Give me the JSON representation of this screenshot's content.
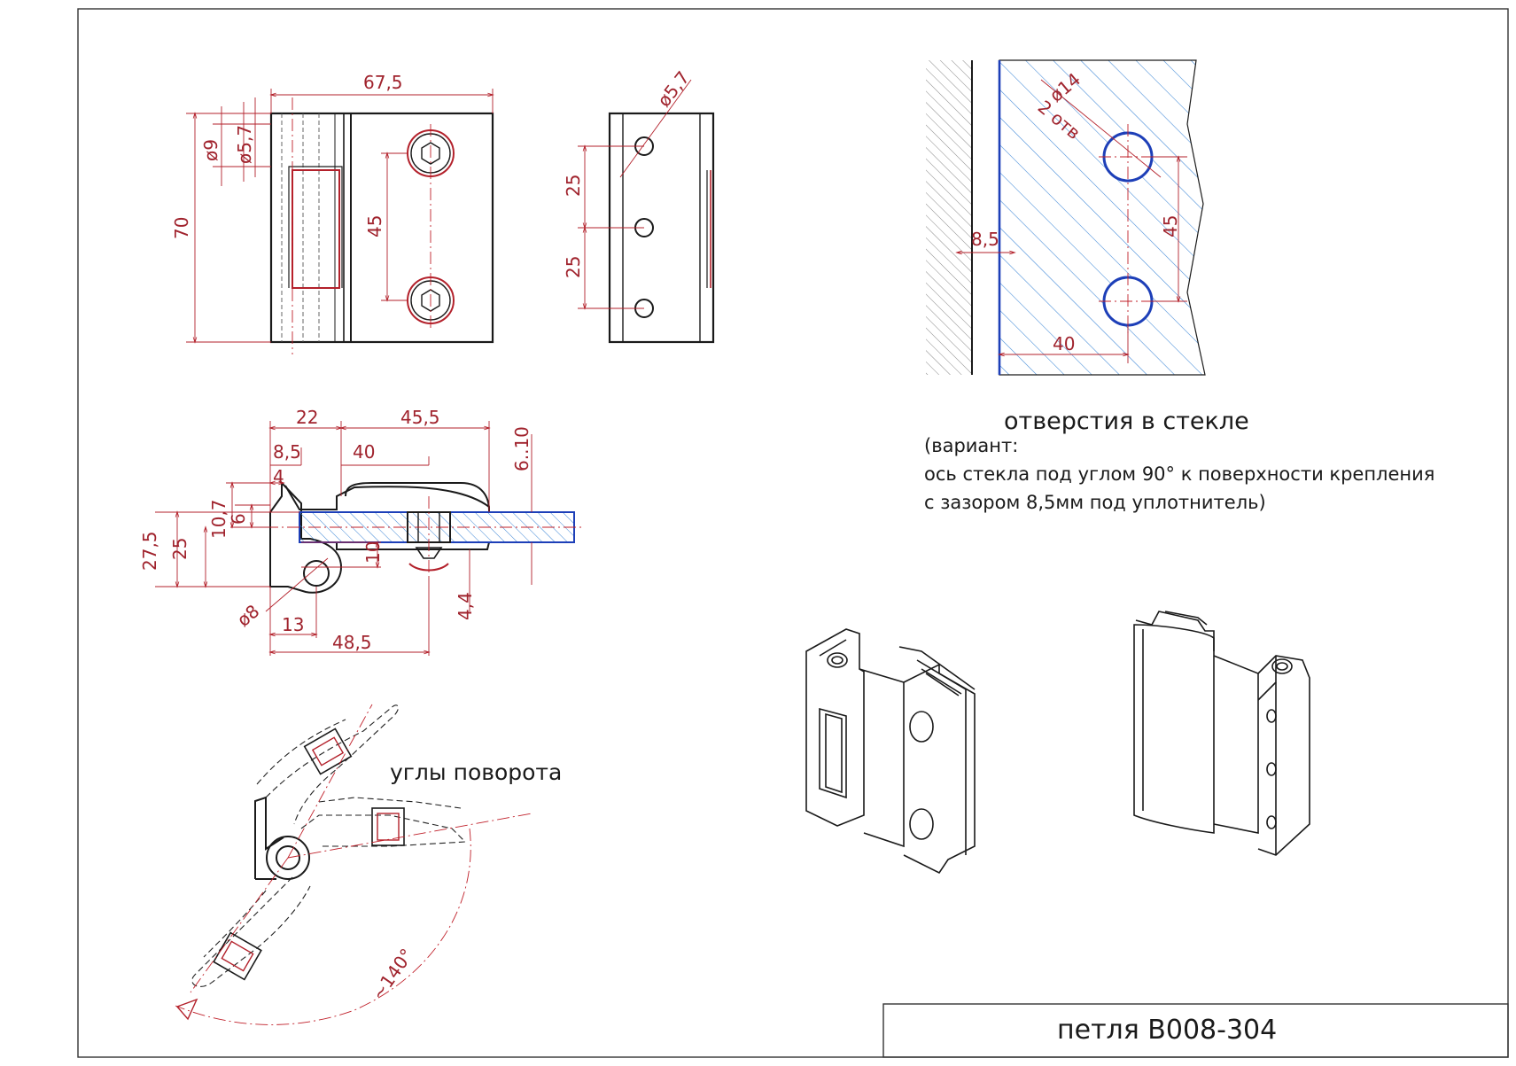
{
  "title_block": {
    "title": "петля В008-304"
  },
  "front_view": {
    "dim_width": "67,5",
    "dim_height": "70",
    "dim_holes": "45",
    "dim_d9": "ø9",
    "dim_d57": "ø5,7"
  },
  "side_view": {
    "dim_d57": "ø5,7",
    "dim_25a": "25",
    "dim_25b": "25"
  },
  "section_view": {
    "dim_22": "22",
    "dim_455": "45,5",
    "dim_85": "8,5",
    "dim_40": "40",
    "dim_4": "4",
    "dim_610": "6..10",
    "dim_107": "10,7",
    "dim_6": "6",
    "dim_275": "27,5",
    "dim_25": "25",
    "dim_10": "10",
    "dim_44": "4,4",
    "dim_d8": "ø8",
    "dim_13": "13",
    "dim_485": "48,5"
  },
  "rotation_view": {
    "label": "углы поворота",
    "angle": "~140°"
  },
  "glass_view": {
    "dim_d14": "ø14",
    "dim_count": "2 отв",
    "dim_45": "45",
    "dim_40": "40",
    "dim_85": "8,5"
  },
  "notes": {
    "heading": "отверстия в стекле",
    "line1": "(вариант:",
    "line2": "ось стекла под углом 90° к поверхности крепления",
    "line3": "с зазором 8,5мм под уплотнитель)"
  },
  "colors": {
    "dimension": "#a0232d",
    "glass_edge": "#1d3fb8",
    "hatch_glass": "#3d86d6",
    "outline": "#1a1a1a"
  }
}
